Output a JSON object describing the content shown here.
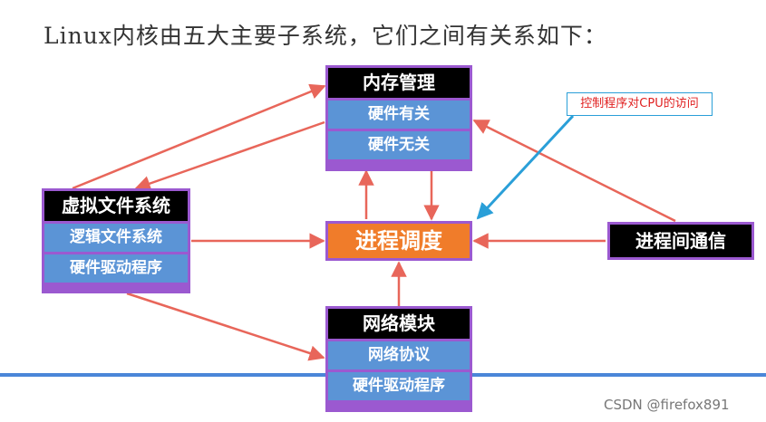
{
  "heading": "Linux内核由五大主要子系统，它们之间有关系如下：",
  "modules": {
    "memory": {
      "title": "内存管理",
      "subs": [
        "硬件有关",
        "硬件无关"
      ]
    },
    "vfs": {
      "title": "虚拟文件系统",
      "subs": [
        "逻辑文件系统",
        "硬件驱动程序"
      ]
    },
    "network": {
      "title": "网络模块",
      "subs": [
        "网络协议",
        "硬件驱动程序"
      ]
    },
    "scheduler": {
      "title": "进程调度"
    },
    "ipc": {
      "title": "进程间通信"
    }
  },
  "annotation": "控制程序对CPU的访问",
  "watermark": "CSDN @firefox891",
  "colors": {
    "module_border": "#9b59d0",
    "title_bg": "#000000",
    "sub_bg": "#5b94d6",
    "scheduler_bg": "#f07c2a",
    "arrow": "#e8665a",
    "annotation_arrow": "#2a9fd8",
    "bottom_line": "#4a86d8"
  }
}
